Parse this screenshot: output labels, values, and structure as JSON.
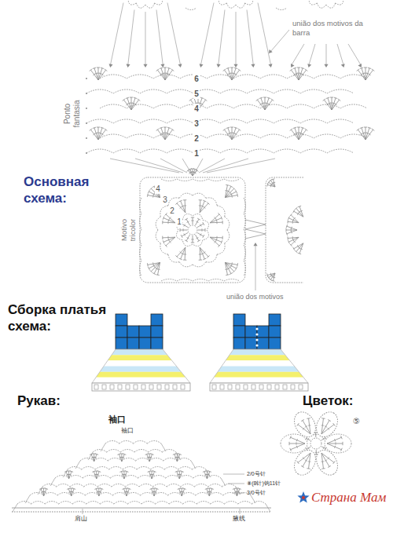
{
  "diagram": {
    "labels": [
      "união dos motivos da barra",
      "Ponto fantasia",
      "6",
      "5",
      "4",
      "3",
      "2",
      "1",
      "Основная схема:",
      "4",
      "3",
      "2",
      "1",
      "Motivo tricolor",
      "união dos motivos",
      "Сборка платья схема:",
      "Рукав:",
      "Цветок:",
      "袖口",
      "袖口",
      "肩山",
      "腋线",
      "2/0号针",
      "⑧(8针)钩11针",
      "3/0号针",
      "⑤",
      "Страна Мам"
    ]
  }
}
